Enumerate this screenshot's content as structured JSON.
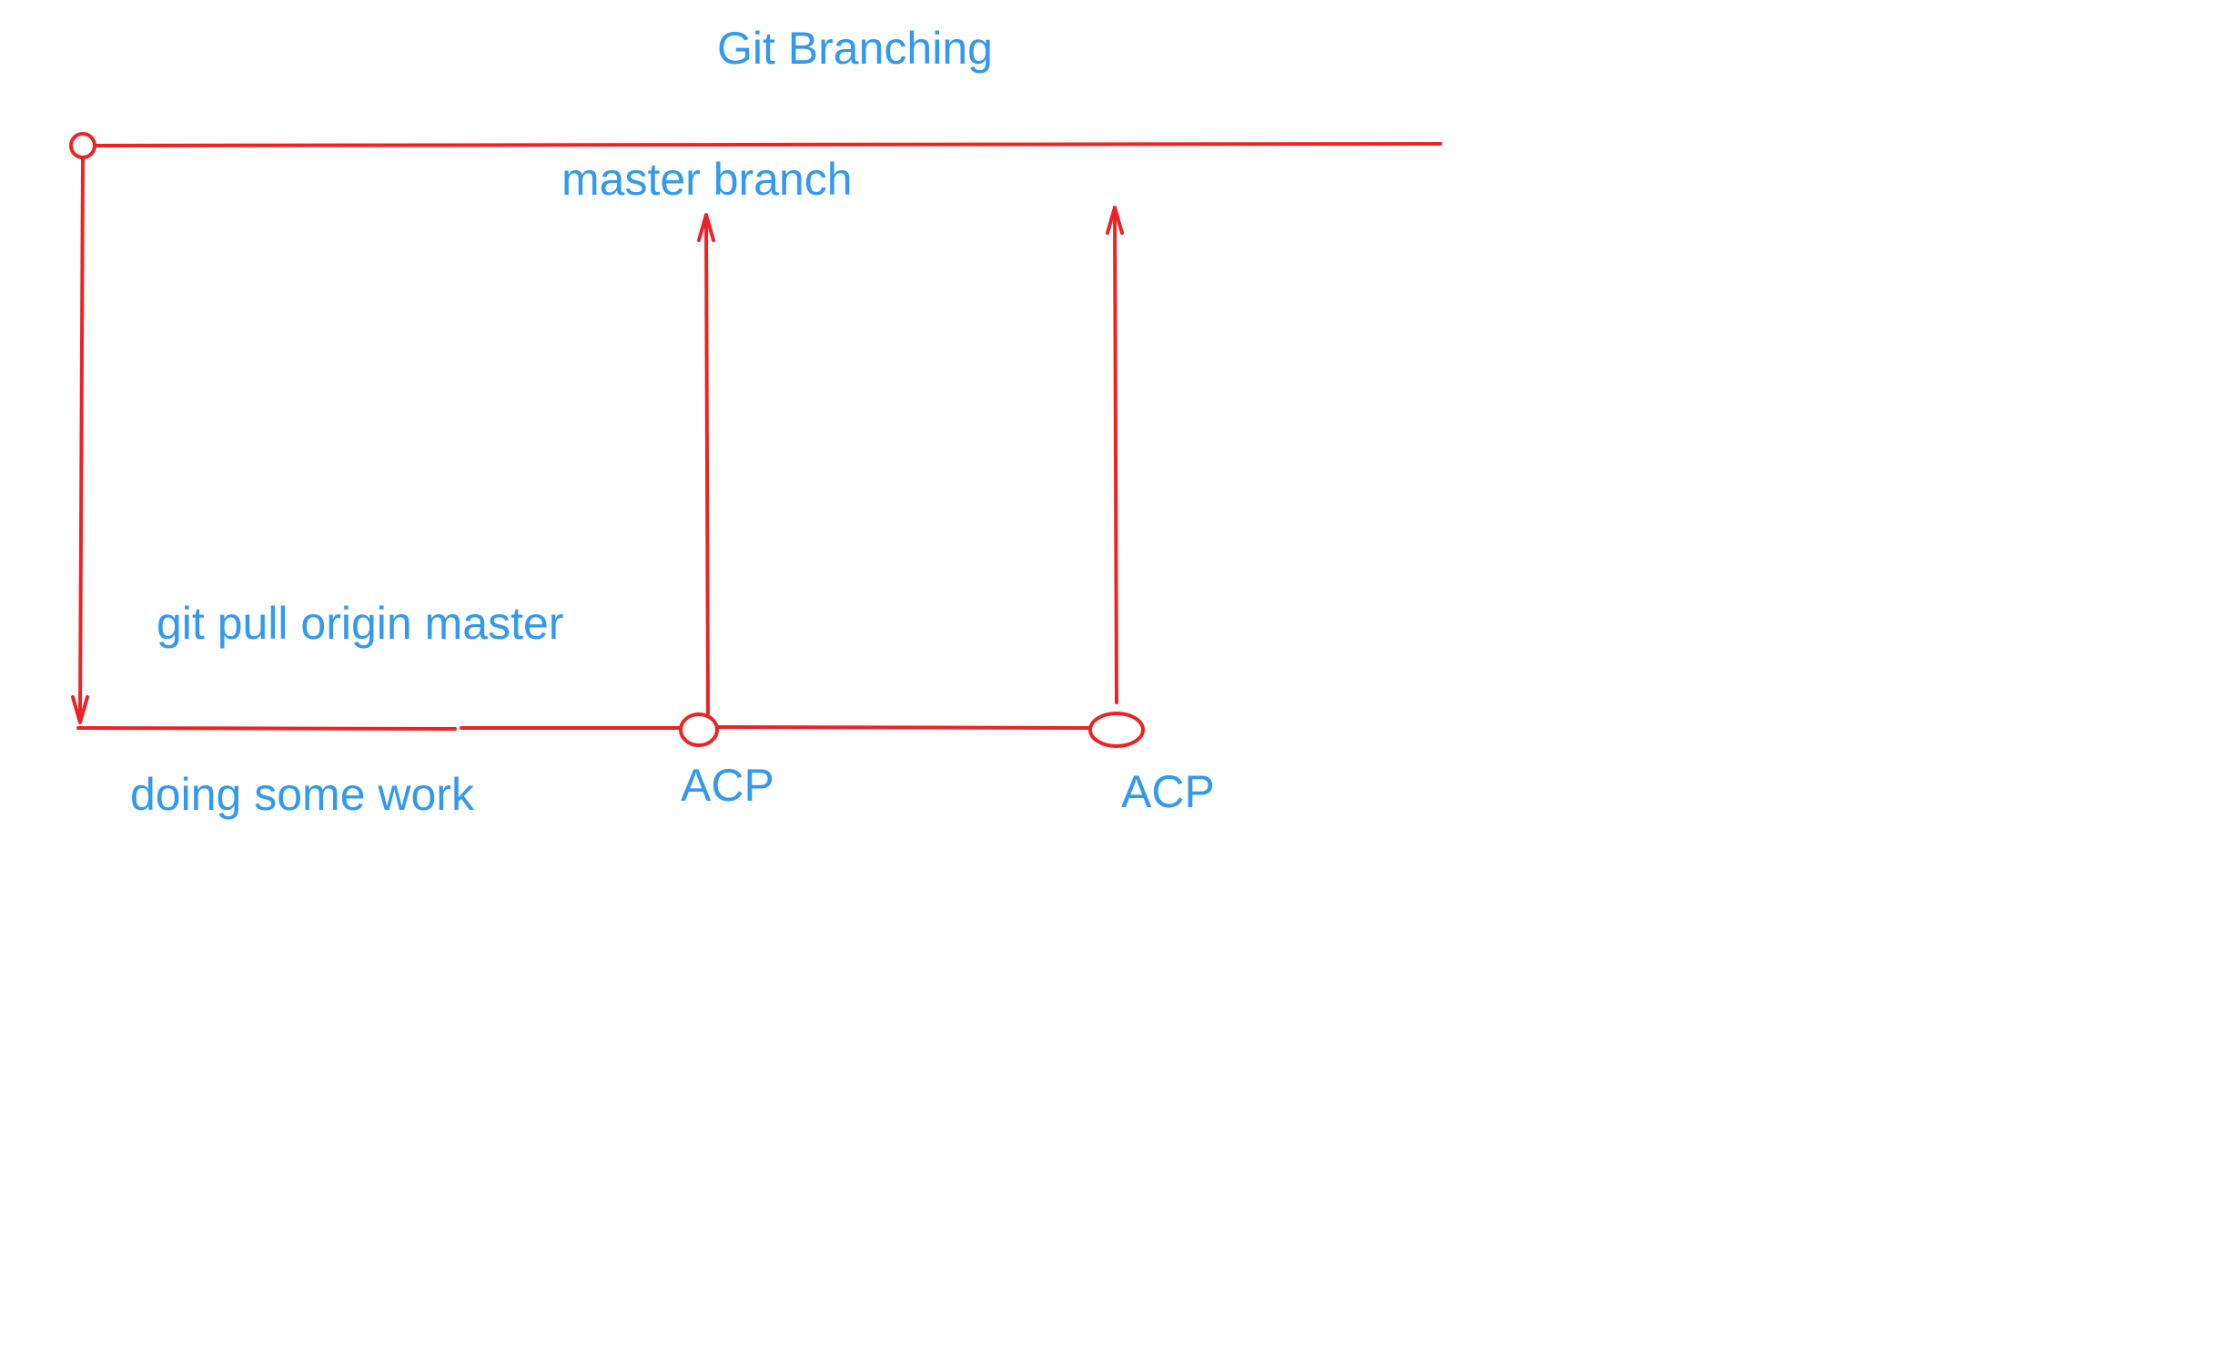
{
  "title": "Git Branching",
  "labels": {
    "master_branch": "master branch",
    "pull": "git pull origin master",
    "doing_work": "doing some work",
    "acp_1": "ACP",
    "acp_2": "ACP"
  },
  "colors": {
    "line": "#ee2222",
    "text": "#3399ee"
  }
}
